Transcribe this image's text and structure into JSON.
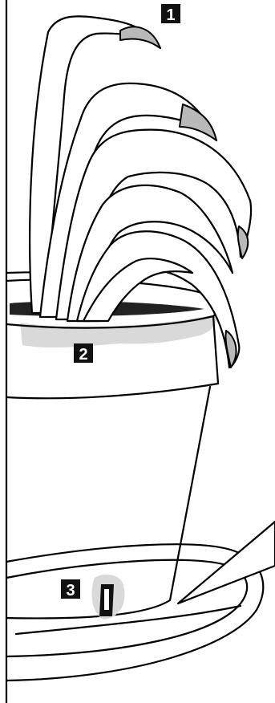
{
  "figure": {
    "markers": [
      {
        "id": "1",
        "label": "1"
      },
      {
        "id": "2",
        "label": "2"
      },
      {
        "id": "3",
        "label": "3"
      }
    ],
    "colors": {
      "line": "#000000",
      "background": "#ffffff",
      "salt_stain": "#d9d9d9",
      "dead_tip": "#b9b9b9",
      "marker": "#111111"
    },
    "icons": [
      "plant-icon",
      "pot-icon",
      "saucer-icon",
      "moisture-meter-icon"
    ]
  }
}
